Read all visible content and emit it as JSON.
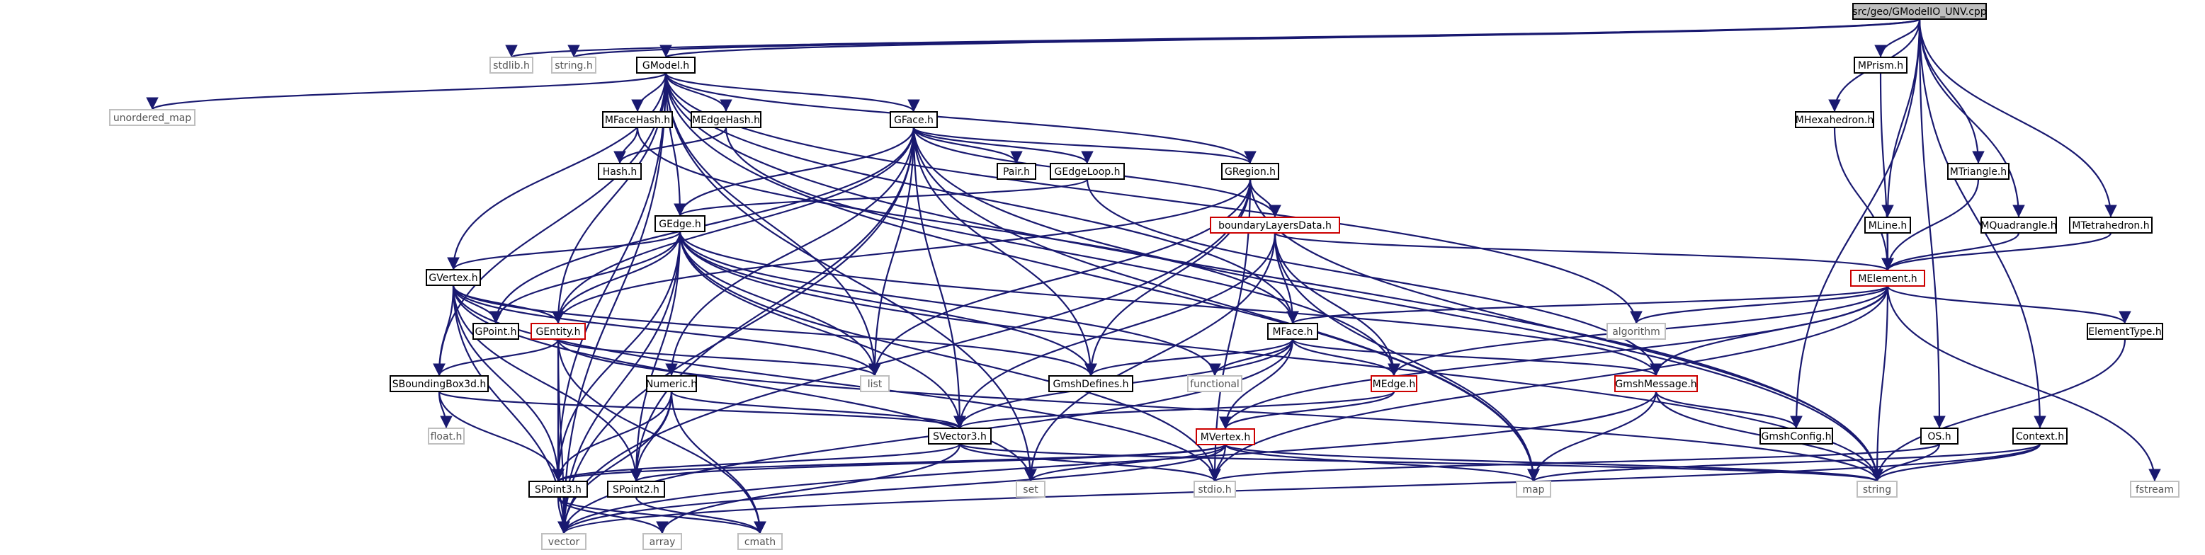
{
  "colors": {
    "edge": "#191970",
    "normal_border": "#000000",
    "red_border": "#cc0000",
    "external_border": "#bfbfbf",
    "root_fill": "#bfbfbf",
    "normal_fill": "#ffffff",
    "text": "#000000",
    "external_text": "#555555"
  },
  "nodes": [
    {
      "id": "root",
      "label": "src/geo/GModelIO_UNV.cpp",
      "kind": "root"
    },
    {
      "id": "stdlib",
      "label": "stdlib.h",
      "kind": "external"
    },
    {
      "id": "stringh",
      "label": "string.h",
      "kind": "external"
    },
    {
      "id": "gmodel",
      "label": "GModel.h",
      "kind": "normal"
    },
    {
      "id": "mprism",
      "label": "MPrism.h",
      "kind": "normal"
    },
    {
      "id": "unordered_map",
      "label": "unordered_map",
      "kind": "external"
    },
    {
      "id": "mfacehash",
      "label": "MFaceHash.h",
      "kind": "normal"
    },
    {
      "id": "medgehash",
      "label": "MEdgeHash.h",
      "kind": "normal"
    },
    {
      "id": "gface",
      "label": "GFace.h",
      "kind": "normal"
    },
    {
      "id": "mhexahedron",
      "label": "MHexahedron.h",
      "kind": "normal"
    },
    {
      "id": "hash",
      "label": "Hash.h",
      "kind": "normal"
    },
    {
      "id": "pair",
      "label": "Pair.h",
      "kind": "normal"
    },
    {
      "id": "gedgeloop",
      "label": "GEdgeLoop.h",
      "kind": "normal"
    },
    {
      "id": "gregion",
      "label": "GRegion.h",
      "kind": "normal"
    },
    {
      "id": "mtriangle",
      "label": "MTriangle.h",
      "kind": "normal"
    },
    {
      "id": "gedge",
      "label": "GEdge.h",
      "kind": "normal"
    },
    {
      "id": "blayers",
      "label": "boundaryLayersData.h",
      "kind": "red"
    },
    {
      "id": "mline",
      "label": "MLine.h",
      "kind": "normal"
    },
    {
      "id": "mquadrangle",
      "label": "MQuadrangle.h",
      "kind": "normal"
    },
    {
      "id": "mtetrahedron",
      "label": "MTetrahedron.h",
      "kind": "normal"
    },
    {
      "id": "gvertex",
      "label": "GVertex.h",
      "kind": "normal"
    },
    {
      "id": "melement",
      "label": "MElement.h",
      "kind": "red"
    },
    {
      "id": "gpoint",
      "label": "GPoint.h",
      "kind": "normal"
    },
    {
      "id": "gentity",
      "label": "GEntity.h",
      "kind": "red"
    },
    {
      "id": "mface",
      "label": "MFace.h",
      "kind": "normal"
    },
    {
      "id": "algorithm",
      "label": "algorithm",
      "kind": "external"
    },
    {
      "id": "elementtype",
      "label": "ElementType.h",
      "kind": "normal"
    },
    {
      "id": "list",
      "label": "list",
      "kind": "external"
    },
    {
      "id": "gmshdefines",
      "label": "GmshDefines.h",
      "kind": "normal"
    },
    {
      "id": "functional",
      "label": "functional",
      "kind": "external"
    },
    {
      "id": "medge",
      "label": "MEdge.h",
      "kind": "red"
    },
    {
      "id": "gmshmessage",
      "label": "GmshMessage.h",
      "kind": "red"
    },
    {
      "id": "sboundingbox",
      "label": "SBoundingBox3d.h",
      "kind": "normal"
    },
    {
      "id": "numeric",
      "label": "Numeric.h",
      "kind": "normal"
    },
    {
      "id": "floath",
      "label": "float.h",
      "kind": "external"
    },
    {
      "id": "svector3",
      "label": "SVector3.h",
      "kind": "normal"
    },
    {
      "id": "mvertex",
      "label": "MVertex.h",
      "kind": "red"
    },
    {
      "id": "gmshconfig",
      "label": "GmshConfig.h",
      "kind": "normal"
    },
    {
      "id": "osh",
      "label": "OS.h",
      "kind": "normal"
    },
    {
      "id": "context",
      "label": "Context.h",
      "kind": "normal"
    },
    {
      "id": "spoint3",
      "label": "SPoint3.h",
      "kind": "normal"
    },
    {
      "id": "spoint2",
      "label": "SPoint2.h",
      "kind": "normal"
    },
    {
      "id": "set",
      "label": "set",
      "kind": "external"
    },
    {
      "id": "stdio",
      "label": "stdio.h",
      "kind": "external"
    },
    {
      "id": "map",
      "label": "map",
      "kind": "external"
    },
    {
      "id": "string",
      "label": "string",
      "kind": "external"
    },
    {
      "id": "fstream",
      "label": "fstream",
      "kind": "external"
    },
    {
      "id": "vector",
      "label": "vector",
      "kind": "external"
    },
    {
      "id": "array",
      "label": "array",
      "kind": "external"
    },
    {
      "id": "cmath",
      "label": "cmath",
      "kind": "external"
    }
  ],
  "edges": [
    [
      "root",
      "stdlib"
    ],
    [
      "root",
      "stringh"
    ],
    [
      "root",
      "gmodel"
    ],
    [
      "root",
      "mprism"
    ],
    [
      "root",
      "mhexahedron"
    ],
    [
      "root",
      "mtriangle"
    ],
    [
      "root",
      "mline"
    ],
    [
      "root",
      "mquadrangle"
    ],
    [
      "root",
      "mtetrahedron"
    ],
    [
      "root",
      "osh"
    ],
    [
      "root",
      "context"
    ],
    [
      "root",
      "gmshconfig"
    ],
    [
      "gmodel",
      "unordered_map"
    ],
    [
      "gmodel",
      "mfacehash"
    ],
    [
      "gmodel",
      "medgehash"
    ],
    [
      "gmodel",
      "gface"
    ],
    [
      "gmodel",
      "gregion"
    ],
    [
      "gmodel",
      "gedge"
    ],
    [
      "gmodel",
      "gvertex"
    ],
    [
      "gmodel",
      "sboundingbox"
    ],
    [
      "gmodel",
      "gentity"
    ],
    [
      "gmodel",
      "spoint3"
    ],
    [
      "gmodel",
      "vector"
    ],
    [
      "gmodel",
      "map"
    ],
    [
      "gmodel",
      "algorithm"
    ],
    [
      "gmodel",
      "string"
    ],
    [
      "gmodel",
      "set"
    ],
    [
      "gmodel",
      "list"
    ],
    [
      "gmodel",
      "mface"
    ],
    [
      "mfacehash",
      "hash"
    ],
    [
      "mfacehash",
      "mface"
    ],
    [
      "medgehash",
      "hash"
    ],
    [
      "medgehash",
      "medge"
    ],
    [
      "gface",
      "pair"
    ],
    [
      "gface",
      "gedgeloop"
    ],
    [
      "gface",
      "gregion"
    ],
    [
      "gface",
      "blayers"
    ],
    [
      "gface",
      "gedge"
    ],
    [
      "gface",
      "gentity"
    ],
    [
      "gface",
      "gpoint"
    ],
    [
      "gface",
      "numeric"
    ],
    [
      "gface",
      "svector3"
    ],
    [
      "gface",
      "gmshdefines"
    ],
    [
      "gface",
      "list"
    ],
    [
      "gface",
      "string"
    ],
    [
      "gface",
      "vector"
    ],
    [
      "gface",
      "spoint2"
    ],
    [
      "gface",
      "map"
    ],
    [
      "gedgeloop",
      "gedge"
    ],
    [
      "gedgeloop",
      "gmshmessage"
    ],
    [
      "gregion",
      "blayers"
    ],
    [
      "gregion",
      "gentity"
    ],
    [
      "gregion",
      "list"
    ],
    [
      "gregion",
      "gmshdefines"
    ],
    [
      "gregion",
      "stdio"
    ],
    [
      "gregion",
      "string"
    ],
    [
      "gregion",
      "vector"
    ],
    [
      "gedge",
      "gvertex"
    ],
    [
      "gedge",
      "gentity"
    ],
    [
      "gedge",
      "gpoint"
    ],
    [
      "gedge",
      "svector3"
    ],
    [
      "gedge",
      "spoint3"
    ],
    [
      "gedge",
      "spoint2"
    ],
    [
      "gedge",
      "gmshdefines"
    ],
    [
      "gedge",
      "list"
    ],
    [
      "gedge",
      "functional"
    ],
    [
      "gedge",
      "gmshmessage"
    ],
    [
      "gedge",
      "vector"
    ],
    [
      "gedge",
      "string"
    ],
    [
      "gedge",
      "stdio"
    ],
    [
      "blayers",
      "melement"
    ],
    [
      "blayers",
      "mface"
    ],
    [
      "blayers",
      "medge"
    ],
    [
      "blayers",
      "svector3"
    ],
    [
      "blayers",
      "map"
    ],
    [
      "blayers",
      "set"
    ],
    [
      "mprism",
      "melement"
    ],
    [
      "mhexahedron",
      "melement"
    ],
    [
      "mtriangle",
      "melement"
    ],
    [
      "mline",
      "melement"
    ],
    [
      "mquadrangle",
      "melement"
    ],
    [
      "mtetrahedron",
      "melement"
    ],
    [
      "gvertex",
      "gentity"
    ],
    [
      "gvertex",
      "gpoint"
    ],
    [
      "gvertex",
      "sboundingbox"
    ],
    [
      "gvertex",
      "spoint3"
    ],
    [
      "gvertex",
      "spoint2"
    ],
    [
      "gvertex",
      "list"
    ],
    [
      "gvertex",
      "gmshdefines"
    ],
    [
      "gvertex",
      "vector"
    ],
    [
      "gvertex",
      "stdio"
    ],
    [
      "gvertex",
      "set"
    ],
    [
      "melement",
      "mface"
    ],
    [
      "melement",
      "medge"
    ],
    [
      "melement",
      "mvertex"
    ],
    [
      "melement",
      "gmshmessage"
    ],
    [
      "melement",
      "algorithm"
    ],
    [
      "melement",
      "elementtype"
    ],
    [
      "melement",
      "string"
    ],
    [
      "melement",
      "fstream"
    ],
    [
      "melement",
      "stdio"
    ],
    [
      "gentity",
      "sboundingbox"
    ],
    [
      "gentity",
      "spoint3"
    ],
    [
      "gentity",
      "list"
    ],
    [
      "gentity",
      "vector"
    ],
    [
      "gentity",
      "string"
    ],
    [
      "gentity",
      "cmath"
    ],
    [
      "mface",
      "mvertex"
    ],
    [
      "mface",
      "svector3"
    ],
    [
      "mface",
      "gmshmessage"
    ],
    [
      "mface",
      "gmshdefines"
    ],
    [
      "mface",
      "functional"
    ],
    [
      "mface",
      "medge"
    ],
    [
      "mface",
      "vector"
    ],
    [
      "elementtype",
      "string"
    ],
    [
      "medge",
      "mvertex"
    ],
    [
      "medge",
      "svector3"
    ],
    [
      "gmshmessage",
      "gmshconfig"
    ],
    [
      "gmshmessage",
      "map"
    ],
    [
      "gmshmessage",
      "string"
    ],
    [
      "gmshmessage",
      "vector"
    ],
    [
      "sboundingbox",
      "floath"
    ],
    [
      "sboundingbox",
      "svector3"
    ],
    [
      "sboundingbox",
      "spoint3"
    ],
    [
      "numeric",
      "svector3"
    ],
    [
      "numeric",
      "spoint3"
    ],
    [
      "numeric",
      "spoint2"
    ],
    [
      "numeric",
      "cmath"
    ],
    [
      "numeric",
      "vector"
    ],
    [
      "svector3",
      "spoint3"
    ],
    [
      "svector3",
      "string"
    ],
    [
      "svector3",
      "stdio"
    ],
    [
      "svector3",
      "array"
    ],
    [
      "mvertex",
      "spoint2"
    ],
    [
      "mvertex",
      "spoint3"
    ],
    [
      "mvertex",
      "set"
    ],
    [
      "mvertex",
      "stdio"
    ],
    [
      "mvertex",
      "map"
    ],
    [
      "mvertex",
      "vector"
    ],
    [
      "mvertex",
      "string"
    ],
    [
      "osh",
      "string"
    ],
    [
      "osh",
      "stdio"
    ],
    [
      "context",
      "string"
    ],
    [
      "context",
      "vector"
    ],
    [
      "context",
      "map"
    ],
    [
      "spoint3",
      "vector"
    ],
    [
      "spoint3",
      "array"
    ],
    [
      "spoint3",
      "cmath"
    ],
    [
      "spoint2",
      "cmath"
    ]
  ]
}
